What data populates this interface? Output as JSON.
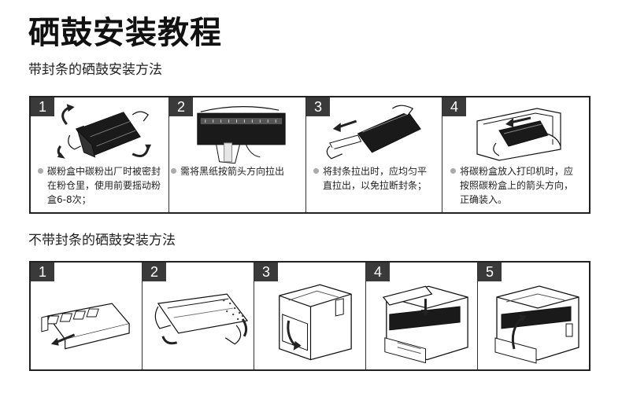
{
  "title": "硒鼓安装教程",
  "section1": {
    "heading": "带封条的硒鼓安装方法",
    "steps": [
      {
        "num": "1",
        "text": "碳粉盒中碳粉出厂时被密封在粉仓里，使用前要摇动粉盒6-8次；"
      },
      {
        "num": "2",
        "text": "需将黑纸按箭头方向拉出"
      },
      {
        "num": "3",
        "text": "将封条拉出时，应均匀平直拉出，以免拉断封条；"
      },
      {
        "num": "4",
        "text": "将碳粉盒放入打印机时，应按照碳粉盒上的箭头方向，正确装入。"
      }
    ]
  },
  "section2": {
    "heading": "不带封条的硒鼓安装方法",
    "steps": [
      {
        "num": "1"
      },
      {
        "num": "2"
      },
      {
        "num": "3"
      },
      {
        "num": "4"
      },
      {
        "num": "5"
      }
    ]
  },
  "icons": [
    "toner-cartridge-icon",
    "printer-icon",
    "arrow-icon"
  ],
  "colors": {
    "number_badge": "#3a3a3a",
    "border": "#222222",
    "bullet": "#aaaaaa"
  }
}
